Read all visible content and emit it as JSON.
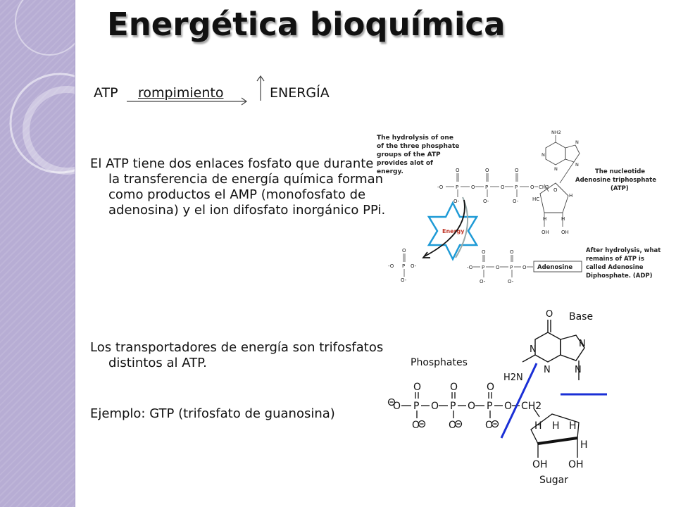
{
  "slide": {
    "title": "Energética bioquímica",
    "equation": {
      "left": "ATP",
      "middle": "rompimiento",
      "right": "ENERGÍA"
    },
    "paragraphs": [
      "El ATP tiene dos enlaces fosfato que durante la transferencia de energía química forman como productos el AMP (monofosfato de adenosina) y el ion difosfato inorgánico PPi.",
      "Los transportadores de energía son trifosfatos distintos  al ATP.",
      "Ejemplo:  GTP (trifosfato de guanosina)"
    ]
  },
  "figure_atp": {
    "label_hydrolysis": [
      "The hydrolysis of one",
      "of the three phosphate",
      "groups of the ATP",
      "provides alot of",
      "energy."
    ],
    "label_nucleotide": [
      "The nucleotide",
      "Adenosine triphosphate",
      "(ATP)"
    ],
    "label_after": [
      "After hydrolysis, what",
      "remains of ATP is",
      "called Adenosine",
      "Diphosphate.  (ADP)"
    ],
    "energy_label": "Energy",
    "adenosine_label": "Adenosine",
    "atoms": {
      "O": "O",
      "P": "P",
      "Ominus": "-O",
      "Ominus2": "O-",
      "N": "N",
      "NH2": "NH2",
      "H": "H",
      "HC": "HC",
      "OH": "OH",
      "CH2": "CH2",
      "minusO": "-O-"
    }
  },
  "figure_gtp": {
    "base_label": "Base",
    "phosphates_label": "Phosphates",
    "sugar_label": "Sugar",
    "atoms": {
      "O": "O",
      "P": "P",
      "N": "N",
      "H": "H",
      "OH": "OH",
      "H2N": "H2N",
      "CH2": "CH2"
    }
  },
  "colors": {
    "sidebar": "#b7add4",
    "accent_blue": "#1a2fd6",
    "star_blue": "#1e9ad6",
    "energy_red": "#c0392b"
  }
}
